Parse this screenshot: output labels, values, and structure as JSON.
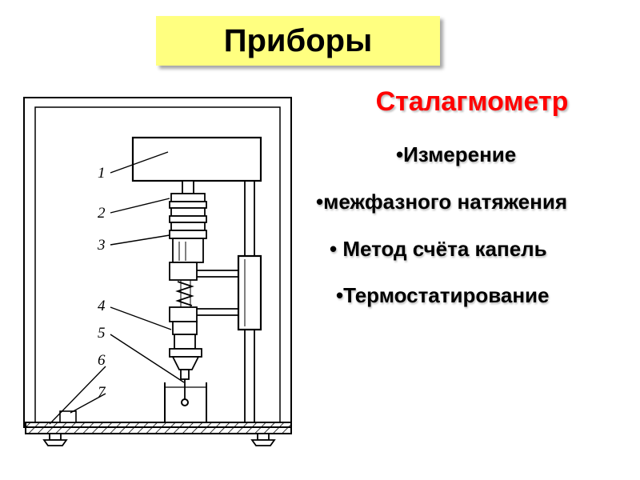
{
  "title": "Приборы",
  "subtitle": "Сталагмометр",
  "bullets": [
    "•Измерение",
    "•межфазного натяжения",
    "• Метод счёта капель",
    "•Термостатирование"
  ],
  "diagram_labels": [
    "1",
    "2",
    "3",
    "4",
    "5",
    "6",
    "7"
  ],
  "colors": {
    "title_bg": "#ffff80",
    "subtitle": "#ff0000"
  }
}
